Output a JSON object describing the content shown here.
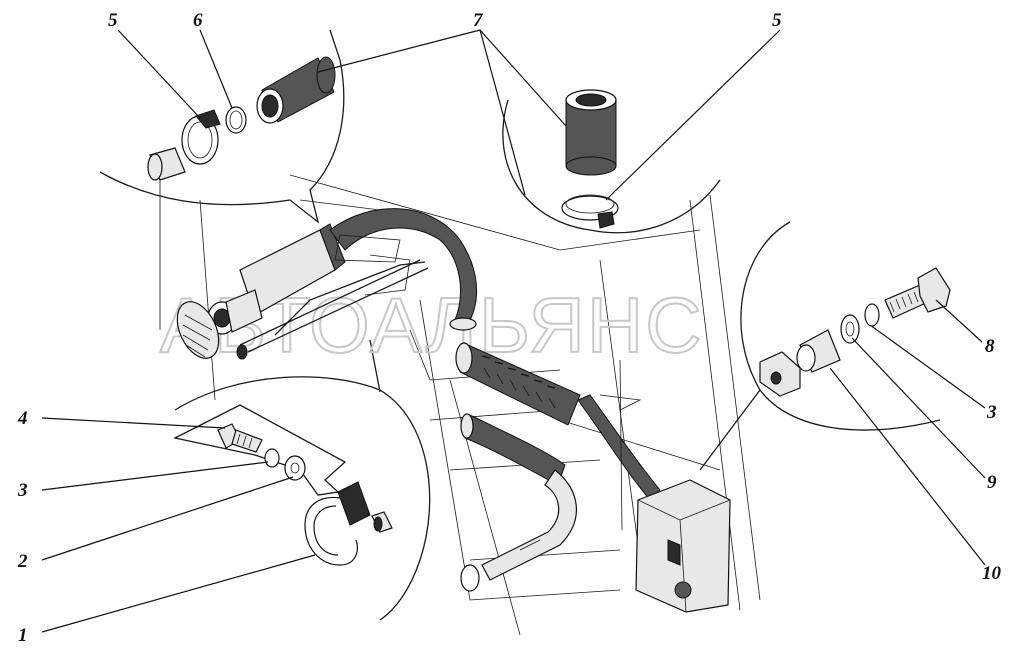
{
  "watermark": "АВТОАЛЬЯНС",
  "callouts": {
    "c5_left": "5",
    "c6": "6",
    "c7": "7",
    "c5_right": "5",
    "c8": "8",
    "c3_right": "3",
    "c9": "9",
    "c10": "10",
    "c4": "4",
    "c3_left": "3",
    "c2": "2",
    "c1": "1"
  }
}
